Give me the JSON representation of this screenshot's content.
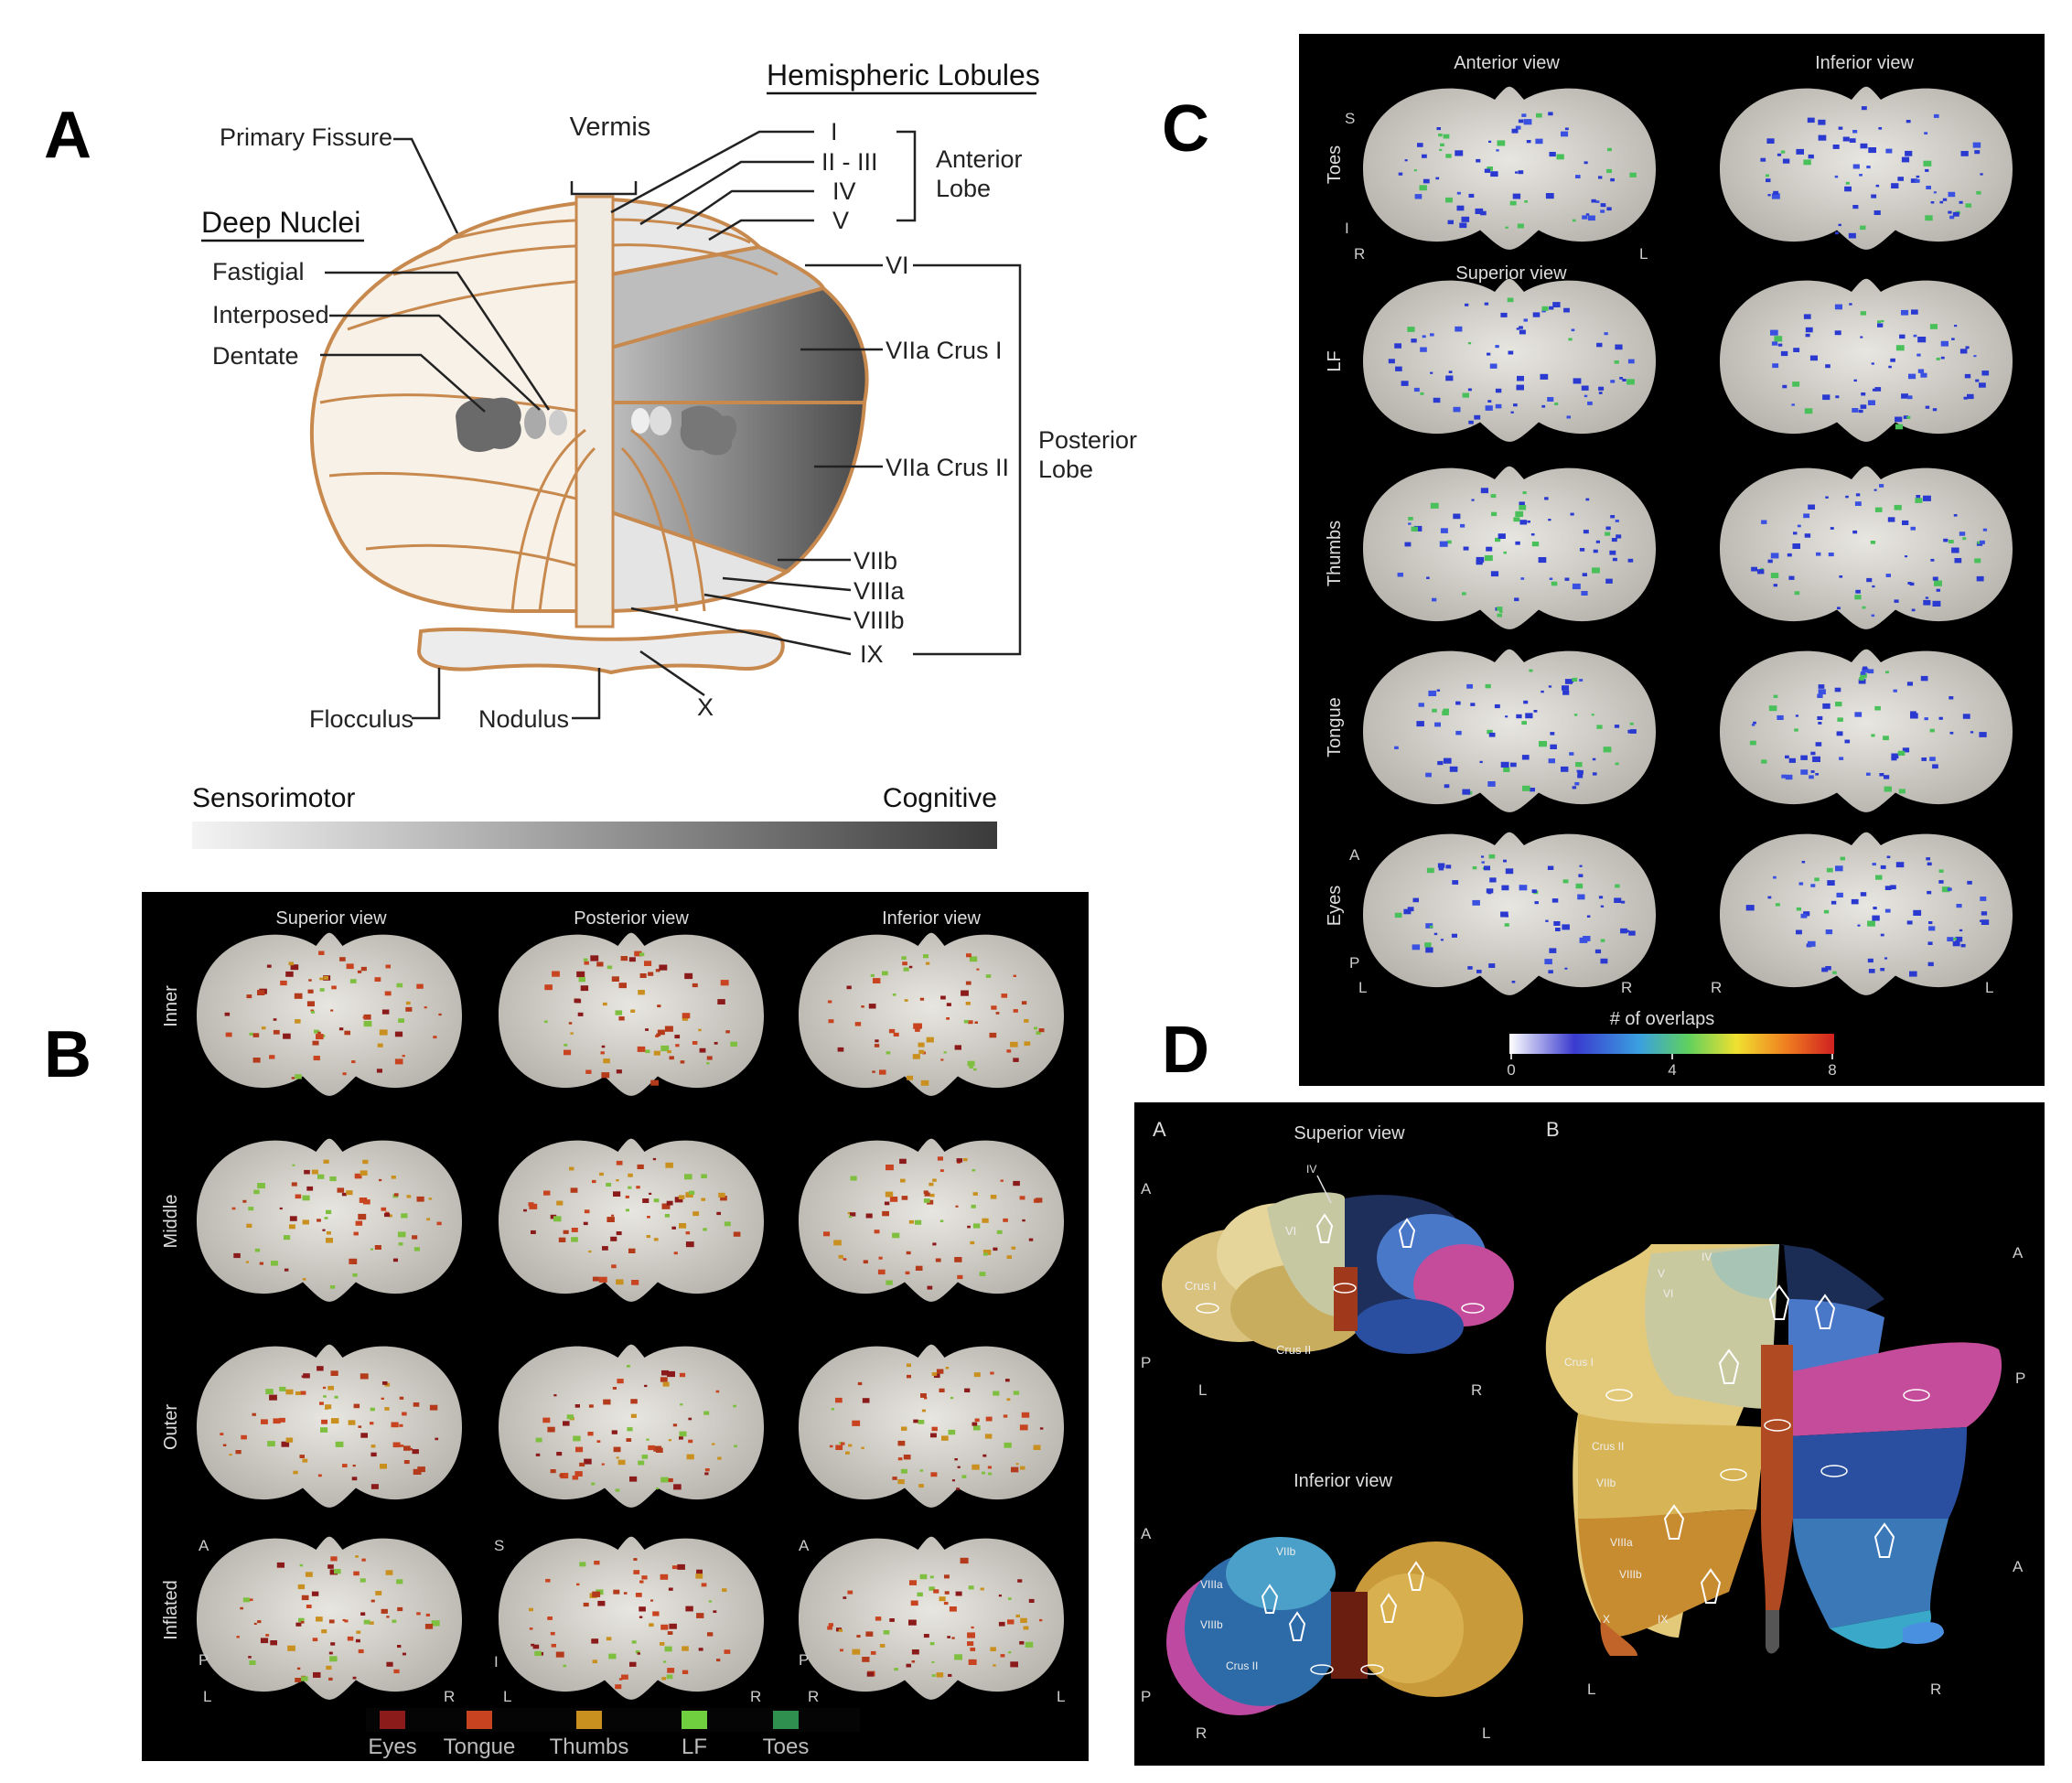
{
  "panels": {
    "A": {
      "letter": "A",
      "vermis": "Vermis",
      "primary_fissure": "Primary Fissure",
      "deep_nuclei_title": "Deep Nuclei",
      "hemispheric_lobules_title": "Hemispheric Lobules",
      "deep_nuclei": [
        "Fastigial",
        "Interposed",
        "Dentate"
      ],
      "lobules": [
        "I",
        "II - III",
        "IV",
        "V",
        "VI",
        "VIIa Crus I",
        "VIIa Crus II",
        "VIIb",
        "VIIIa",
        "VIIIb",
        "IX",
        "X"
      ],
      "anterior_lobe": [
        "Anterior",
        "Lobe"
      ],
      "posterior_lobe": [
        "Posterior",
        "Lobe"
      ],
      "bottom": [
        "Flocculus",
        "Nodulus"
      ],
      "gradient_left": "Sensorimotor",
      "gradient_right": "Cognitive",
      "colors": {
        "outline": "#c8894e",
        "gradient_start": "#f2f2f2",
        "gradient_end": "#3a3a3a"
      }
    },
    "B": {
      "letter": "B",
      "views": [
        "Superior view",
        "Posterior view",
        "Inferior view"
      ],
      "rows": [
        "Inner",
        "Middle",
        "Outer",
        "Inflated"
      ],
      "orient": {
        "a1": "A",
        "p1": "P",
        "l1": "L",
        "r1": "R",
        "s2": "S",
        "i2": "I",
        "l2": "L",
        "r2": "R",
        "a3": "A",
        "p3": "P",
        "r3": "R",
        "l3": "L"
      },
      "legend": [
        {
          "label": "Eyes",
          "color": "#8b1a1a"
        },
        {
          "label": "Tongue",
          "color": "#c8431f"
        },
        {
          "label": "Thumbs",
          "color": "#c9901f"
        },
        {
          "label": "LF",
          "color": "#6fcf3f"
        },
        {
          "label": "Toes",
          "color": "#2f8f4f"
        }
      ]
    },
    "C": {
      "letter": "C",
      "views": [
        "Anterior view",
        "Inferior view"
      ],
      "superior_view": "Superior view",
      "rows": [
        "Toes",
        "LF",
        "Thumbs",
        "Tongue",
        "Eyes"
      ],
      "orient": {
        "s": "S",
        "i": "I",
        "r1": "R",
        "l1": "L",
        "a": "A",
        "p": "P",
        "l5": "L",
        "r5": "R",
        "r6": "R",
        "l6": "L"
      },
      "colorbar_title": "# of overlaps",
      "colorbar_ticks": [
        "0",
        "4",
        "8"
      ]
    },
    "D": {
      "letter": "D",
      "sub_a": "A",
      "sub_b": "B",
      "superior_view": "Superior view",
      "inferior_view": "Inferior view",
      "orient_a_top": {
        "a": "A",
        "p": "P",
        "l": "L",
        "r": "R"
      },
      "orient_a_bottom": {
        "a": "A",
        "p": "P",
        "r": "R",
        "l": "L"
      },
      "orient_b": {
        "a1": "A",
        "p": "P",
        "a2": "A",
        "l": "L",
        "r": "R"
      },
      "lobule_labels": [
        "IV",
        "V",
        "VI",
        "Crus I",
        "Crus II",
        "VIIb",
        "VIIIa",
        "VIIIb",
        "IX",
        "X"
      ]
    }
  }
}
